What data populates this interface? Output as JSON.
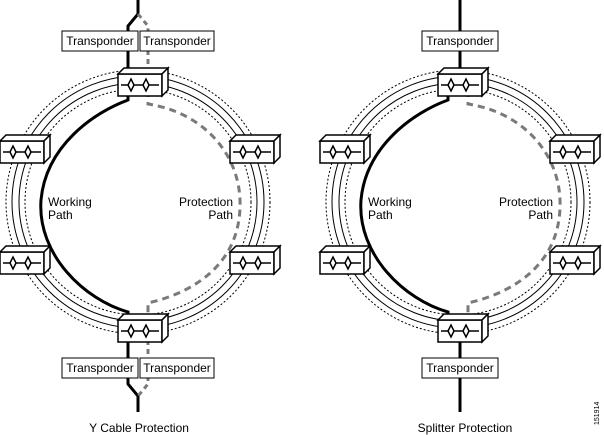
{
  "colors": {
    "line": "#000000",
    "protection": "#7a7a7a",
    "background": "#ffffff"
  },
  "transponder_label": "Transponder",
  "figure_number": "151914",
  "diagrams": [
    {
      "caption": "Y Cable Protection",
      "working_label": [
        "Working",
        "Path"
      ],
      "protection_label": [
        "Protection",
        "Path"
      ]
    },
    {
      "caption": "Splitter Protection",
      "working_label": [
        "Working",
        "Path"
      ],
      "protection_label": [
        "Protection",
        "Path"
      ]
    }
  ]
}
